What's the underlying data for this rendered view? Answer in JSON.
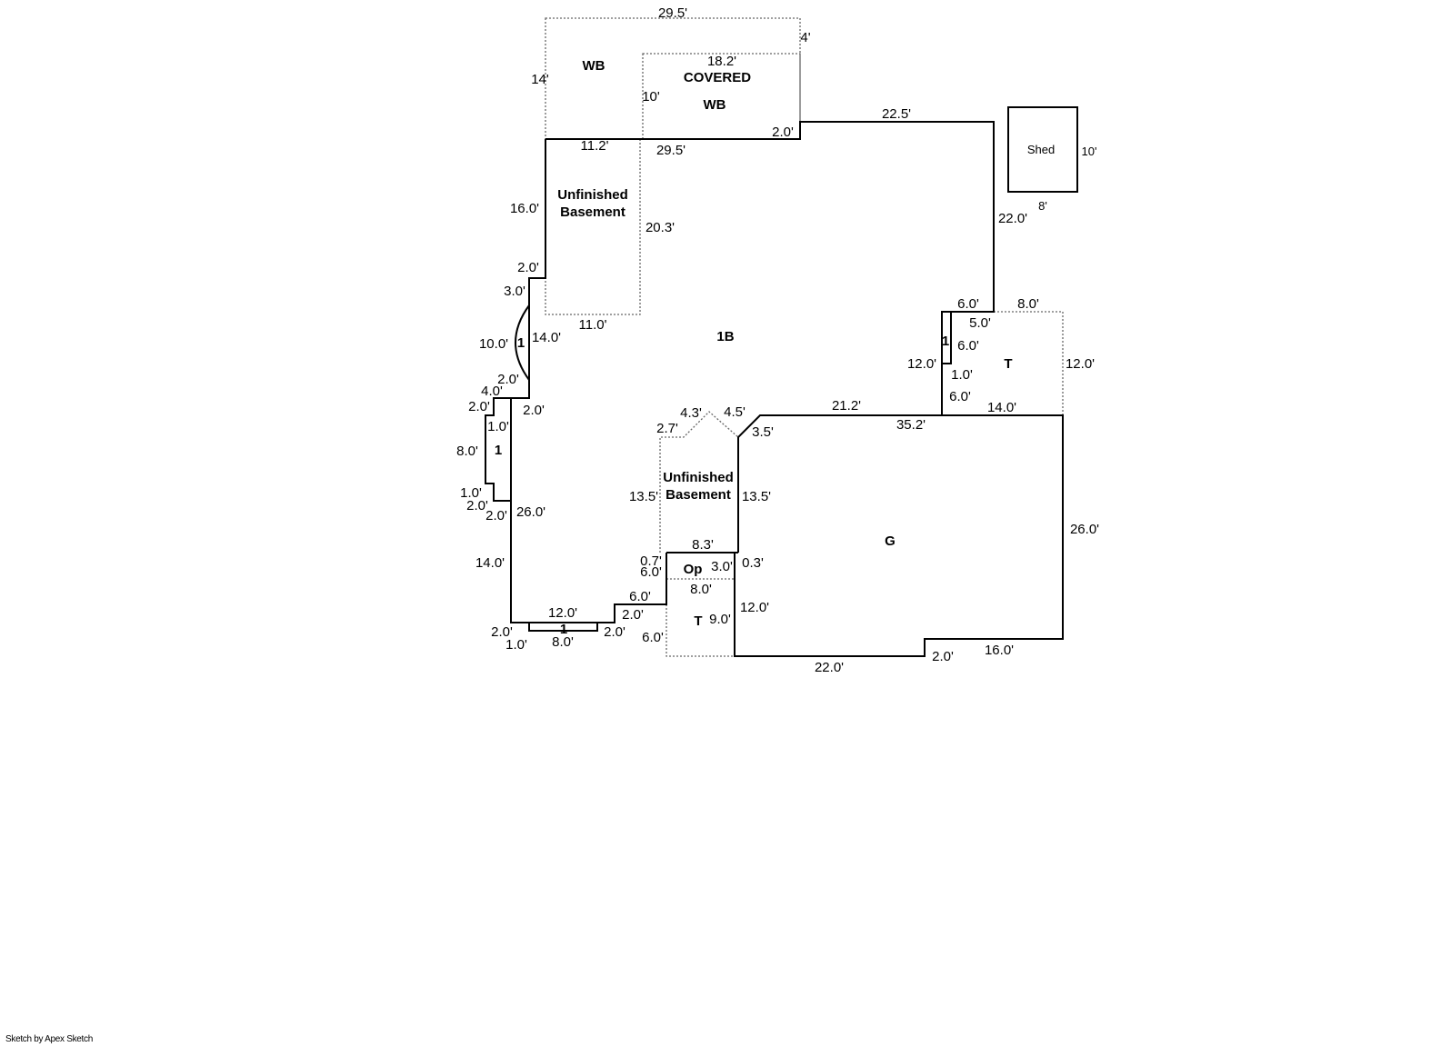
{
  "rooms": [
    "WB",
    "COVERED",
    "WB",
    "Unfinished",
    "Basement",
    "1B",
    "1",
    "1",
    "Unfinished",
    "Basement",
    "Op",
    "T",
    "1",
    "G",
    "1",
    "T",
    "Shed"
  ],
  "dimensions": [
    "29.5'",
    "4'",
    "14'",
    "18.2'",
    "10'",
    "2.0'",
    "11.2'",
    "29.5'",
    "22.5'",
    "10'",
    "8'",
    "16.0'",
    "20.3'",
    "22.0'",
    "2.0'",
    "3.0'",
    "11.0'",
    "10.0'",
    "14.0'",
    "2.0'",
    "4.0'",
    "2.0'",
    "2.0'",
    "1.0'",
    "8.0'",
    "1.0'",
    "2.0'",
    "2.0'",
    "26.0'",
    "14.0'",
    "12.0'",
    "2.0'",
    "1.0'",
    "8.0'",
    "2.0'",
    "6.0'",
    "2.0'",
    "6.0'",
    "0.7'",
    "6.0'",
    "8.3'",
    "3.0'",
    "0.3'",
    "8.0'",
    "9.0'",
    "12.0'",
    "2.7'",
    "4.3'",
    "4.5'",
    "3.5'",
    "13.5'",
    "13.5'",
    "21.2'",
    "35.2'",
    "6.0'",
    "8.0'",
    "5.0'",
    "6.0'",
    "12.0'",
    "1.0'",
    "6.0'",
    "14.0'",
    "12.0'",
    "26.0'",
    "22.0'",
    "2.0'",
    "16.0'"
  ],
  "credit": "Sketch by Apex Sketch"
}
